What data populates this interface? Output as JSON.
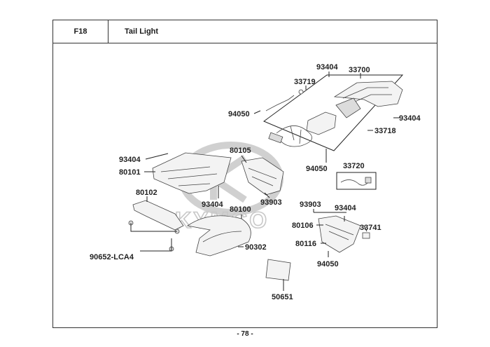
{
  "header": {
    "section_code": "F18",
    "title": "Tail Light"
  },
  "footer": {
    "page_label": "- 78 -"
  },
  "watermark": {
    "text": "KYMCO"
  },
  "part_labels": [
    "93404",
    "33700",
    "33719",
    "94050",
    "93404",
    "33718",
    "80105",
    "93404",
    "80101",
    "94050",
    "33720",
    "80102",
    "93404",
    "93903",
    "80100",
    "93903",
    "93404",
    "80106",
    "33741",
    "90302",
    "80116",
    "90652-LCA4",
    "94050",
    "50651"
  ],
  "colors": {
    "line": "#222222",
    "part_fill": "#f3f3f3",
    "watermark": "#c8c8c8"
  }
}
